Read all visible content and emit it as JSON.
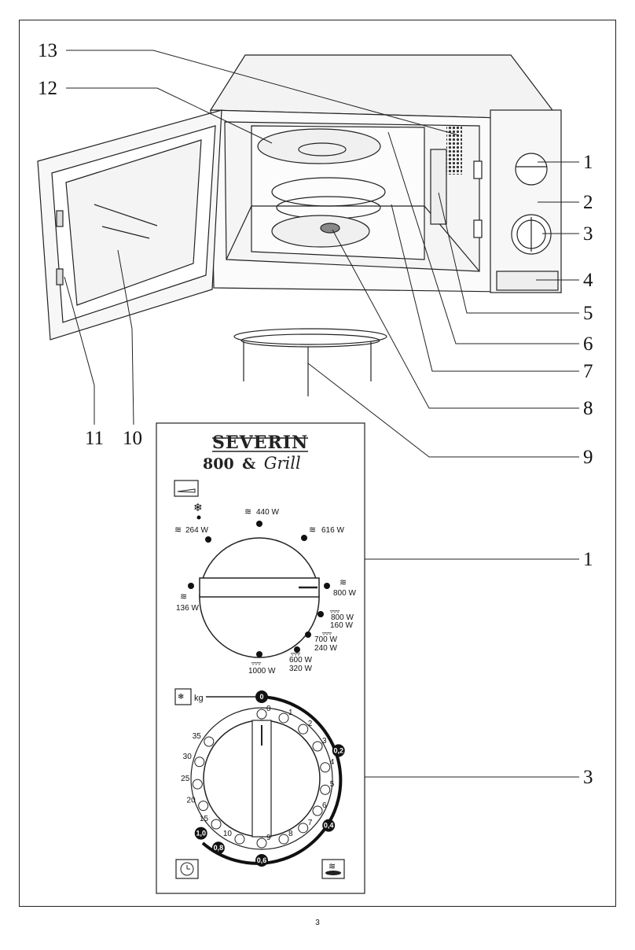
{
  "callouts": {
    "n1": "1",
    "n2": "2",
    "n3": "3",
    "n4": "4",
    "n5": "5",
    "n6": "6",
    "n7": "7",
    "n8": "8",
    "n9": "9",
    "n10": "10",
    "n11": "11",
    "n12": "12",
    "n13": "13",
    "n1b": "1",
    "n3b": "3"
  },
  "panel": {
    "brand": "SEVERIN",
    "model_num": "800",
    "model_amp": "&",
    "model_word": "Grill"
  },
  "power_dial": {
    "p440": "440 W",
    "p264": "264 W",
    "p616": "616 W",
    "p800": "800 W",
    "p136": "136 W",
    "c800": "800 W",
    "c160": "160 W",
    "c700": "700 W",
    "c240": "240 W",
    "c600": "600 W",
    "c320": "320 W",
    "g1000": "1000 W"
  },
  "timer_dial": {
    "kg_label": "kg",
    "minutes": [
      "0",
      "1",
      "2",
      "3",
      "4",
      "5",
      "6",
      "7",
      "8",
      "9",
      "10",
      "15",
      "20",
      "25",
      "30",
      "35"
    ],
    "weights": [
      "0",
      "0,2",
      "0,4",
      "0,6",
      "0,8",
      "1,0"
    ]
  },
  "page_number": "3"
}
